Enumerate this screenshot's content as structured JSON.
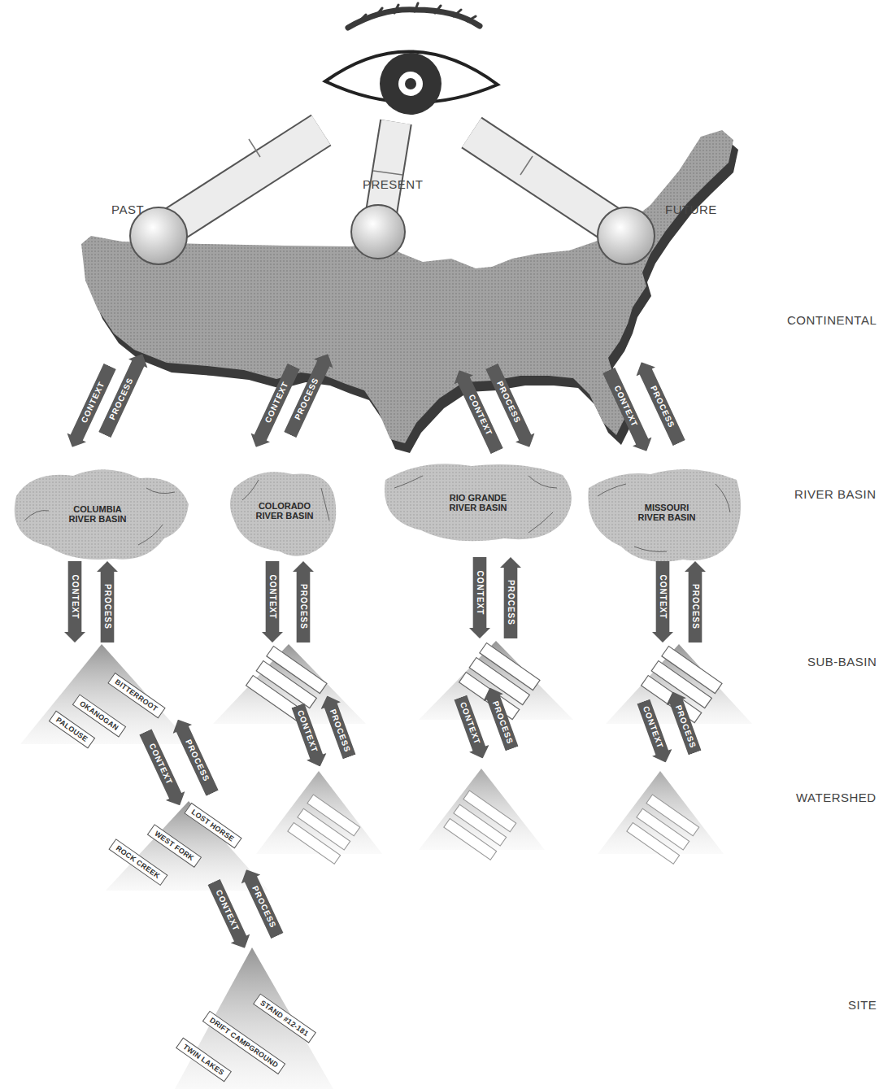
{
  "diagram": {
    "nodes": [
      {
        "text": [
          "COLUMBIA RIVER BASIN"
        ]
      },
      {
        "text": [
          "COLORADO RIVER BASIN"
        ]
      },
      {
        "text": [
          "RIO GRANDE RIVER BASIN"
        ]
      },
      {
        "text": [
          "MISSOURI RIVER BASIN"
        ]
      },
      {
        "text": [
          "PALOUSE"
        ]
      },
      {
        "text": [
          "OKANOGAN"
        ]
      },
      {
        "text": [
          "BITTERROOT"
        ]
      },
      {
        "text": [
          "ROCK CREEK"
        ]
      },
      {
        "text": [
          "WEST FORK"
        ]
      },
      {
        "text": [
          "LOST HORSE"
        ]
      },
      {
        "text": [
          "TWIN LAKES"
        ]
      },
      {
        "text": [
          "DRIFT CAMPGROUND"
        ]
      },
      {
        "text": [
          "STAND #12-181"
        ]
      }
    ],
    "labels": [
      "PAST",
      "PRESENT",
      "FUTURE",
      "CONTINENTAL",
      "CONTEXT",
      "PROCESS",
      "CONTEXT",
      "PROCESS",
      "CONTEXT",
      "PROCESS",
      "CONTEXT",
      "PROCESS",
      "RIVER BASIN",
      "CONTEXT",
      "PROCESS",
      "CONTEXT",
      "PROCESS",
      "CONTEXT",
      "PROCESS",
      "CONTEXT",
      "PROCESS",
      "SUB-BASIN",
      "CONTEXT",
      "PROCESS",
      "CONTEXT",
      "PROCESS",
      "CONTEXT",
      "PROCESS",
      "CONTEXT",
      "PROCESS",
      "WATERSHED",
      "CONTEXT",
      "PROCESS",
      "SITE"
    ]
  }
}
